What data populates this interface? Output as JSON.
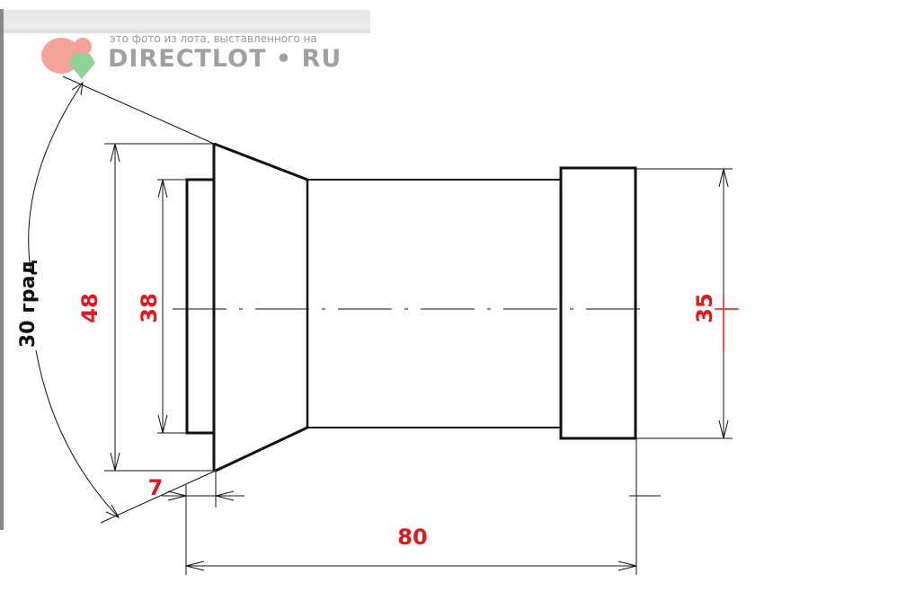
{
  "watermark": {
    "caption": "это фото из лота, выставленного на",
    "brand": "DIRECTLOT • RU"
  },
  "dimensions": {
    "outer_cone_diameter": "48",
    "flange_diameter": "38",
    "right_diameter": "35",
    "flange_width": "7",
    "total_length": "80",
    "angle": "30 град"
  },
  "colors": {
    "dimension_text": "#e0191f",
    "lines": "#111111",
    "watermark": "#a0a0a0",
    "logo": "#f08a80"
  }
}
